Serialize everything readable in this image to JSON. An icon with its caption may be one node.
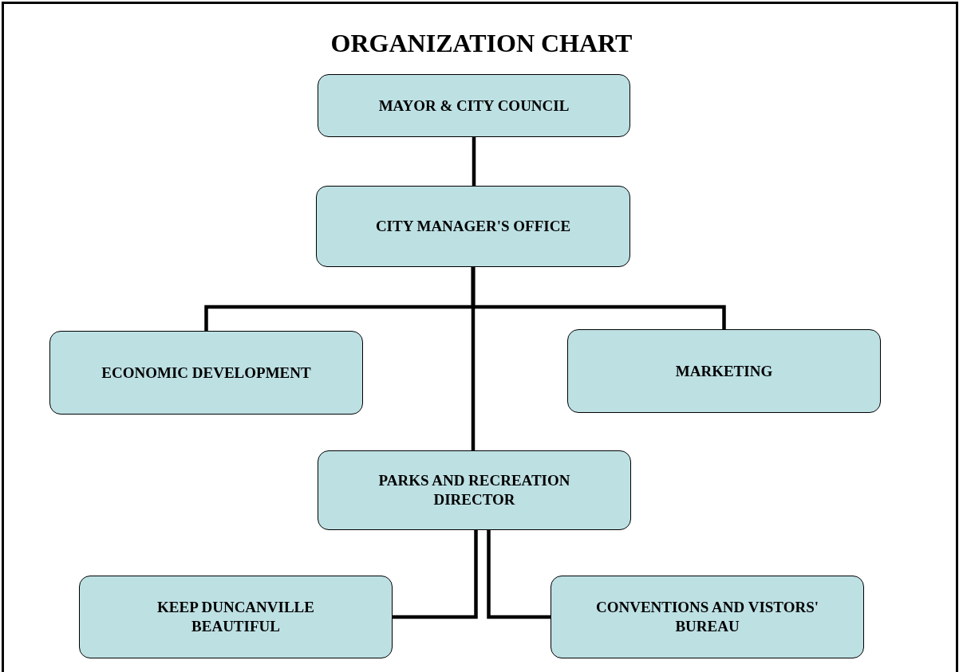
{
  "diagram": {
    "title": "ORGANIZATION CHART",
    "nodes": [
      {
        "text": [
          "MAYOR & CITY COUNCIL"
        ]
      },
      {
        "text": [
          "CITY MANAGER'S OFFICE"
        ]
      },
      {
        "text": [
          "ECONOMIC DEVELOPMENT"
        ]
      },
      {
        "text": [
          "MARKETING"
        ]
      },
      {
        "text": [
          "PARKS AND RECREATION DIRECTOR"
        ]
      },
      {
        "text": [
          "KEEP DUNCANVILLE BEAUTIFUL"
        ]
      },
      {
        "text": [
          "CONVENTIONS AND VISTORS' BUREAU"
        ]
      }
    ],
    "edges": [
      {
        "from": 0,
        "to": 1,
        "arrow": "none"
      },
      {
        "from": 1,
        "to": 2,
        "arrow": "none"
      },
      {
        "from": 1,
        "to": 3,
        "arrow": "none"
      },
      {
        "from": 1,
        "to": 4,
        "arrow": "none"
      },
      {
        "from": 4,
        "to": 5,
        "arrow": "none"
      },
      {
        "from": 4,
        "to": 6,
        "arrow": "none"
      }
    ]
  }
}
